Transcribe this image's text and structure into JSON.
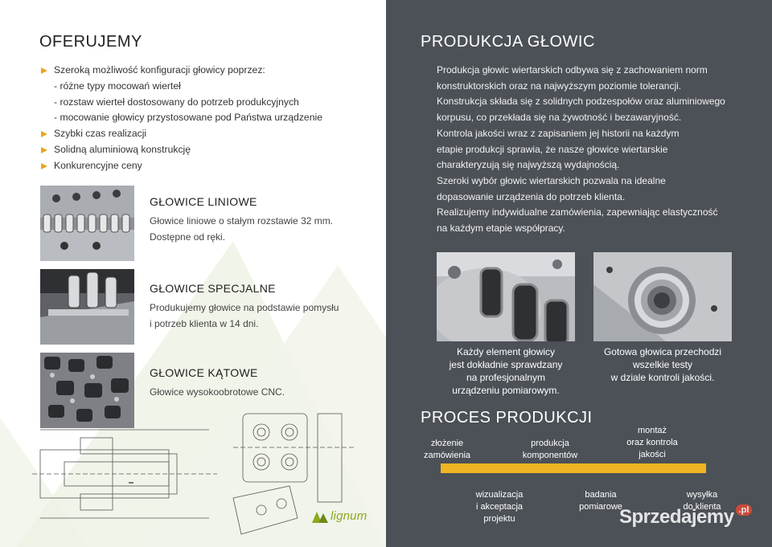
{
  "left": {
    "title": "OFERUJEMY",
    "offer_items": [
      {
        "text": "Szeroką możliwość konfiguracji głowicy poprzez:",
        "bullet": true
      },
      {
        "text": "- różne typy mocowań wierteł",
        "bullet": false
      },
      {
        "text": "- rozstaw wierteł dostosowany do potrzeb produkcyjnych",
        "bullet": false
      },
      {
        "text": "- mocowanie głowicy przystosowane pod Państwa urządzenie",
        "bullet": false
      },
      {
        "text": "Szybki czas realizacji",
        "bullet": true
      },
      {
        "text": "Solidną aluminiową konstrukcję",
        "bullet": true
      },
      {
        "text": "Konkurencyjne ceny",
        "bullet": true
      }
    ],
    "products": [
      {
        "title": "GŁOWICE LINIOWE",
        "desc1": "Głowice liniowe o stałym rozstawie 32 mm.",
        "desc2": "Dostępne od ręki."
      },
      {
        "title": "GŁOWICE SPECJALNE",
        "desc1": "Produkujemy głowice na podstawie pomysłu",
        "desc2": "i potrzeb klienta w 14 dni."
      },
      {
        "title": "GŁOWICE KĄTOWE",
        "desc1": "Głowice wysokoobrotowe CNC.",
        "desc2": ""
      }
    ],
    "logo_text": "lignum"
  },
  "right": {
    "title": "PRODUKCJA GŁOWIC",
    "intro_lines": [
      "Produkcja głowic wiertarskich odbywa się z zachowaniem norm",
      "konstruktorskich oraz na najwyższym poziomie tolerancji.",
      "Konstrukcja składa się z solidnych podzespołów oraz aluminiowego",
      "korpusu, co przekłada się na żywotność i bezawaryjność.",
      "Kontrola jakości wraz z zapisaniem jej historii na każdym",
      "etapie produkcji sprawia, że nasze głowice wiertarskie",
      "charakteryzują się najwyższą wydajnością.",
      "Szeroki wybór głowic wiertarskich pozwala na idealne",
      "dopasowanie urządzenia do potrzeb klienta.",
      "Realizujemy indywidualne zamówienia, zapewniając elastyczność",
      "na każdym etapie współpracy."
    ],
    "caption1": [
      "Każdy element głowicy",
      "jest dokładnie sprawdzany",
      "na profesjonalnym",
      "urządzeniu pomiarowym."
    ],
    "caption2": [
      "Gotowa głowica przechodzi",
      "wszelkie testy",
      "w dziale kontroli jakości."
    ],
    "process_title": "PROCES PRODUKCJI",
    "steps_top": [
      {
        "lines": [
          "złożenie",
          "zamówienia"
        ]
      },
      {
        "lines": [
          "produkcja",
          "komponentów"
        ]
      },
      {
        "lines": [
          "montaż",
          "oraz kontrola",
          "jakości"
        ]
      }
    ],
    "steps_bottom": [
      {
        "lines": [
          "wizualizacja",
          "i akceptacja",
          "projektu"
        ]
      },
      {
        "lines": [
          "badania",
          "pomiarowe"
        ]
      },
      {
        "lines": [
          "wysyłka",
          "do klienta"
        ]
      }
    ],
    "accent_color": "#efb424",
    "panel_color": "#4c5057"
  },
  "watermark": {
    "text": "Sprzedajemy",
    "badge": ".pl"
  }
}
